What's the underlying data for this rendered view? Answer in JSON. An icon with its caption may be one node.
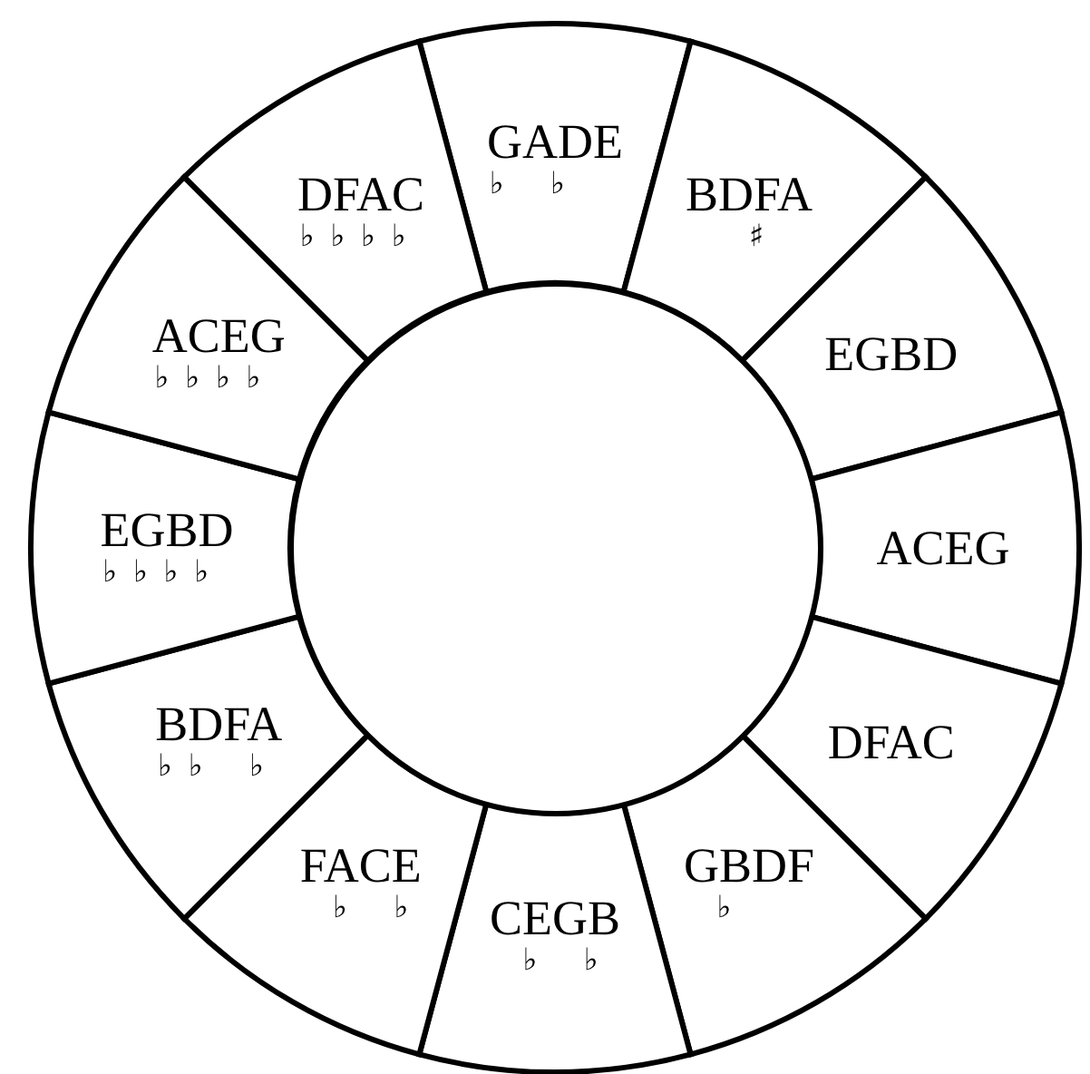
{
  "diagram": {
    "nodes": [
      {
        "text": [
          "GADE",
          "♭ ♭"
        ]
      },
      {
        "text": [
          "BDFA",
          "  ♯"
        ]
      },
      {
        "text": [
          "EGBD"
        ]
      },
      {
        "text": [
          "ACEG"
        ]
      },
      {
        "text": [
          "DFAC"
        ]
      },
      {
        "text": [
          "GBDF",
          " ♭"
        ]
      },
      {
        "text": [
          "CEGB",
          " ♭ ♭"
        ]
      },
      {
        "text": [
          "FACE",
          " ♭ ♭"
        ]
      },
      {
        "text": [
          "BDFA",
          "♭♭ ♭"
        ]
      },
      {
        "text": [
          "EGBD",
          "♭♭♭♭"
        ]
      },
      {
        "text": [
          "ACEG",
          "♭♭♭♭"
        ]
      },
      {
        "text": [
          "DFAC",
          "♭♭♭♭"
        ]
      },
      {
        "text": [],
        "shape": "circle"
      }
    ]
  }
}
